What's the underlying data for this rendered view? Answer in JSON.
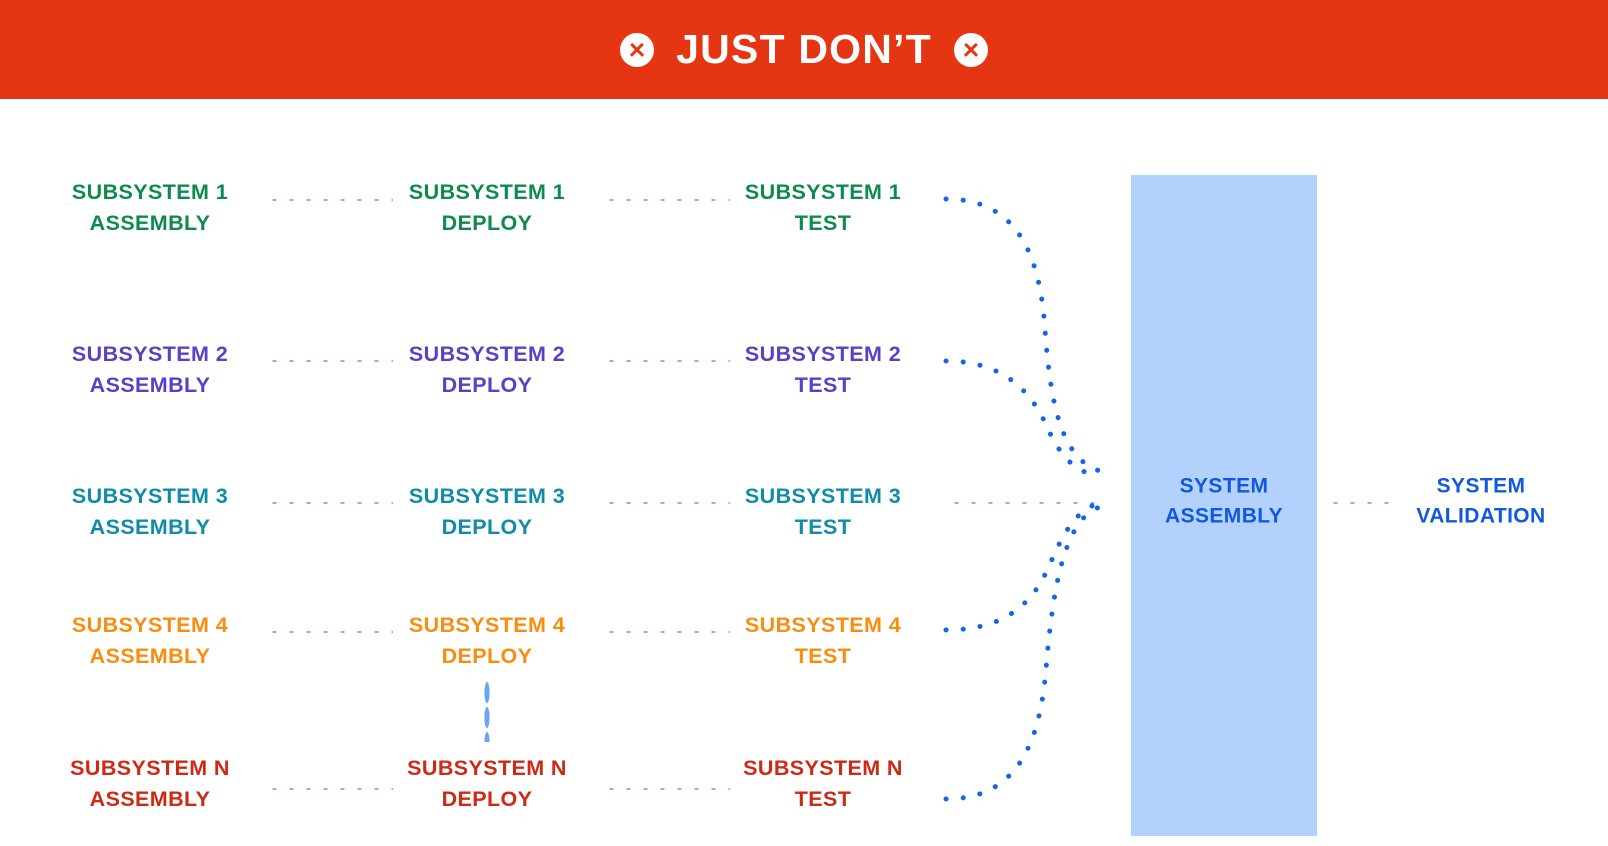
{
  "banner": {
    "title": "JUST DON’T",
    "left_icon": "x-circle-icon",
    "right_icon": "x-circle-icon",
    "background_color": "#E53512",
    "text_color": "#FFFFFF"
  },
  "diagram": {
    "columns": [
      "ASSEMBLY",
      "DEPLOY",
      "TEST"
    ],
    "connector_color": "#1565E8",
    "ellipsis_color": "#6BA3F5",
    "rows": [
      {
        "id": "subsystem-1",
        "color": "#0E8A4F",
        "assembly": "SUBSYSTEM 1\nASSEMBLY",
        "deploy": "SUBSYSTEM 1\nDEPLOY",
        "test": "SUBSYSTEM 1\nTEST"
      },
      {
        "id": "subsystem-2",
        "color": "#5B3FC4",
        "assembly": "SUBSYSTEM 2\nASSEMBLY",
        "deploy": "SUBSYSTEM 2\nDEPLOY",
        "test": "SUBSYSTEM 2\nTEST"
      },
      {
        "id": "subsystem-3",
        "color": "#0E8CA8",
        "assembly": "SUBSYSTEM 3\nASSEMBLY",
        "deploy": "SUBSYSTEM 3\nDEPLOY",
        "test": "SUBSYSTEM 3\nTEST"
      },
      {
        "id": "subsystem-4",
        "color": "#FA8C10",
        "assembly": "SUBSYSTEM 4\nASSEMBLY",
        "deploy": "SUBSYSTEM 4\nDEPLOY",
        "test": "SUBSYSTEM 4\nTEST"
      },
      {
        "id": "subsystem-n",
        "color": "#CC2A15",
        "assembly": "SUBSYSTEM N\nASSEMBLY",
        "deploy": "SUBSYSTEM N\nDEPLOY",
        "test": "SUBSYSTEM N\nTEST"
      }
    ],
    "system_assembly": {
      "label": "SYSTEM\nASSEMBLY",
      "block_color": "#B2D2FD",
      "text_color": "#1158E0"
    },
    "system_validation": {
      "label": "SYSTEM\nVALIDATION",
      "text_color": "#1158E0"
    }
  }
}
